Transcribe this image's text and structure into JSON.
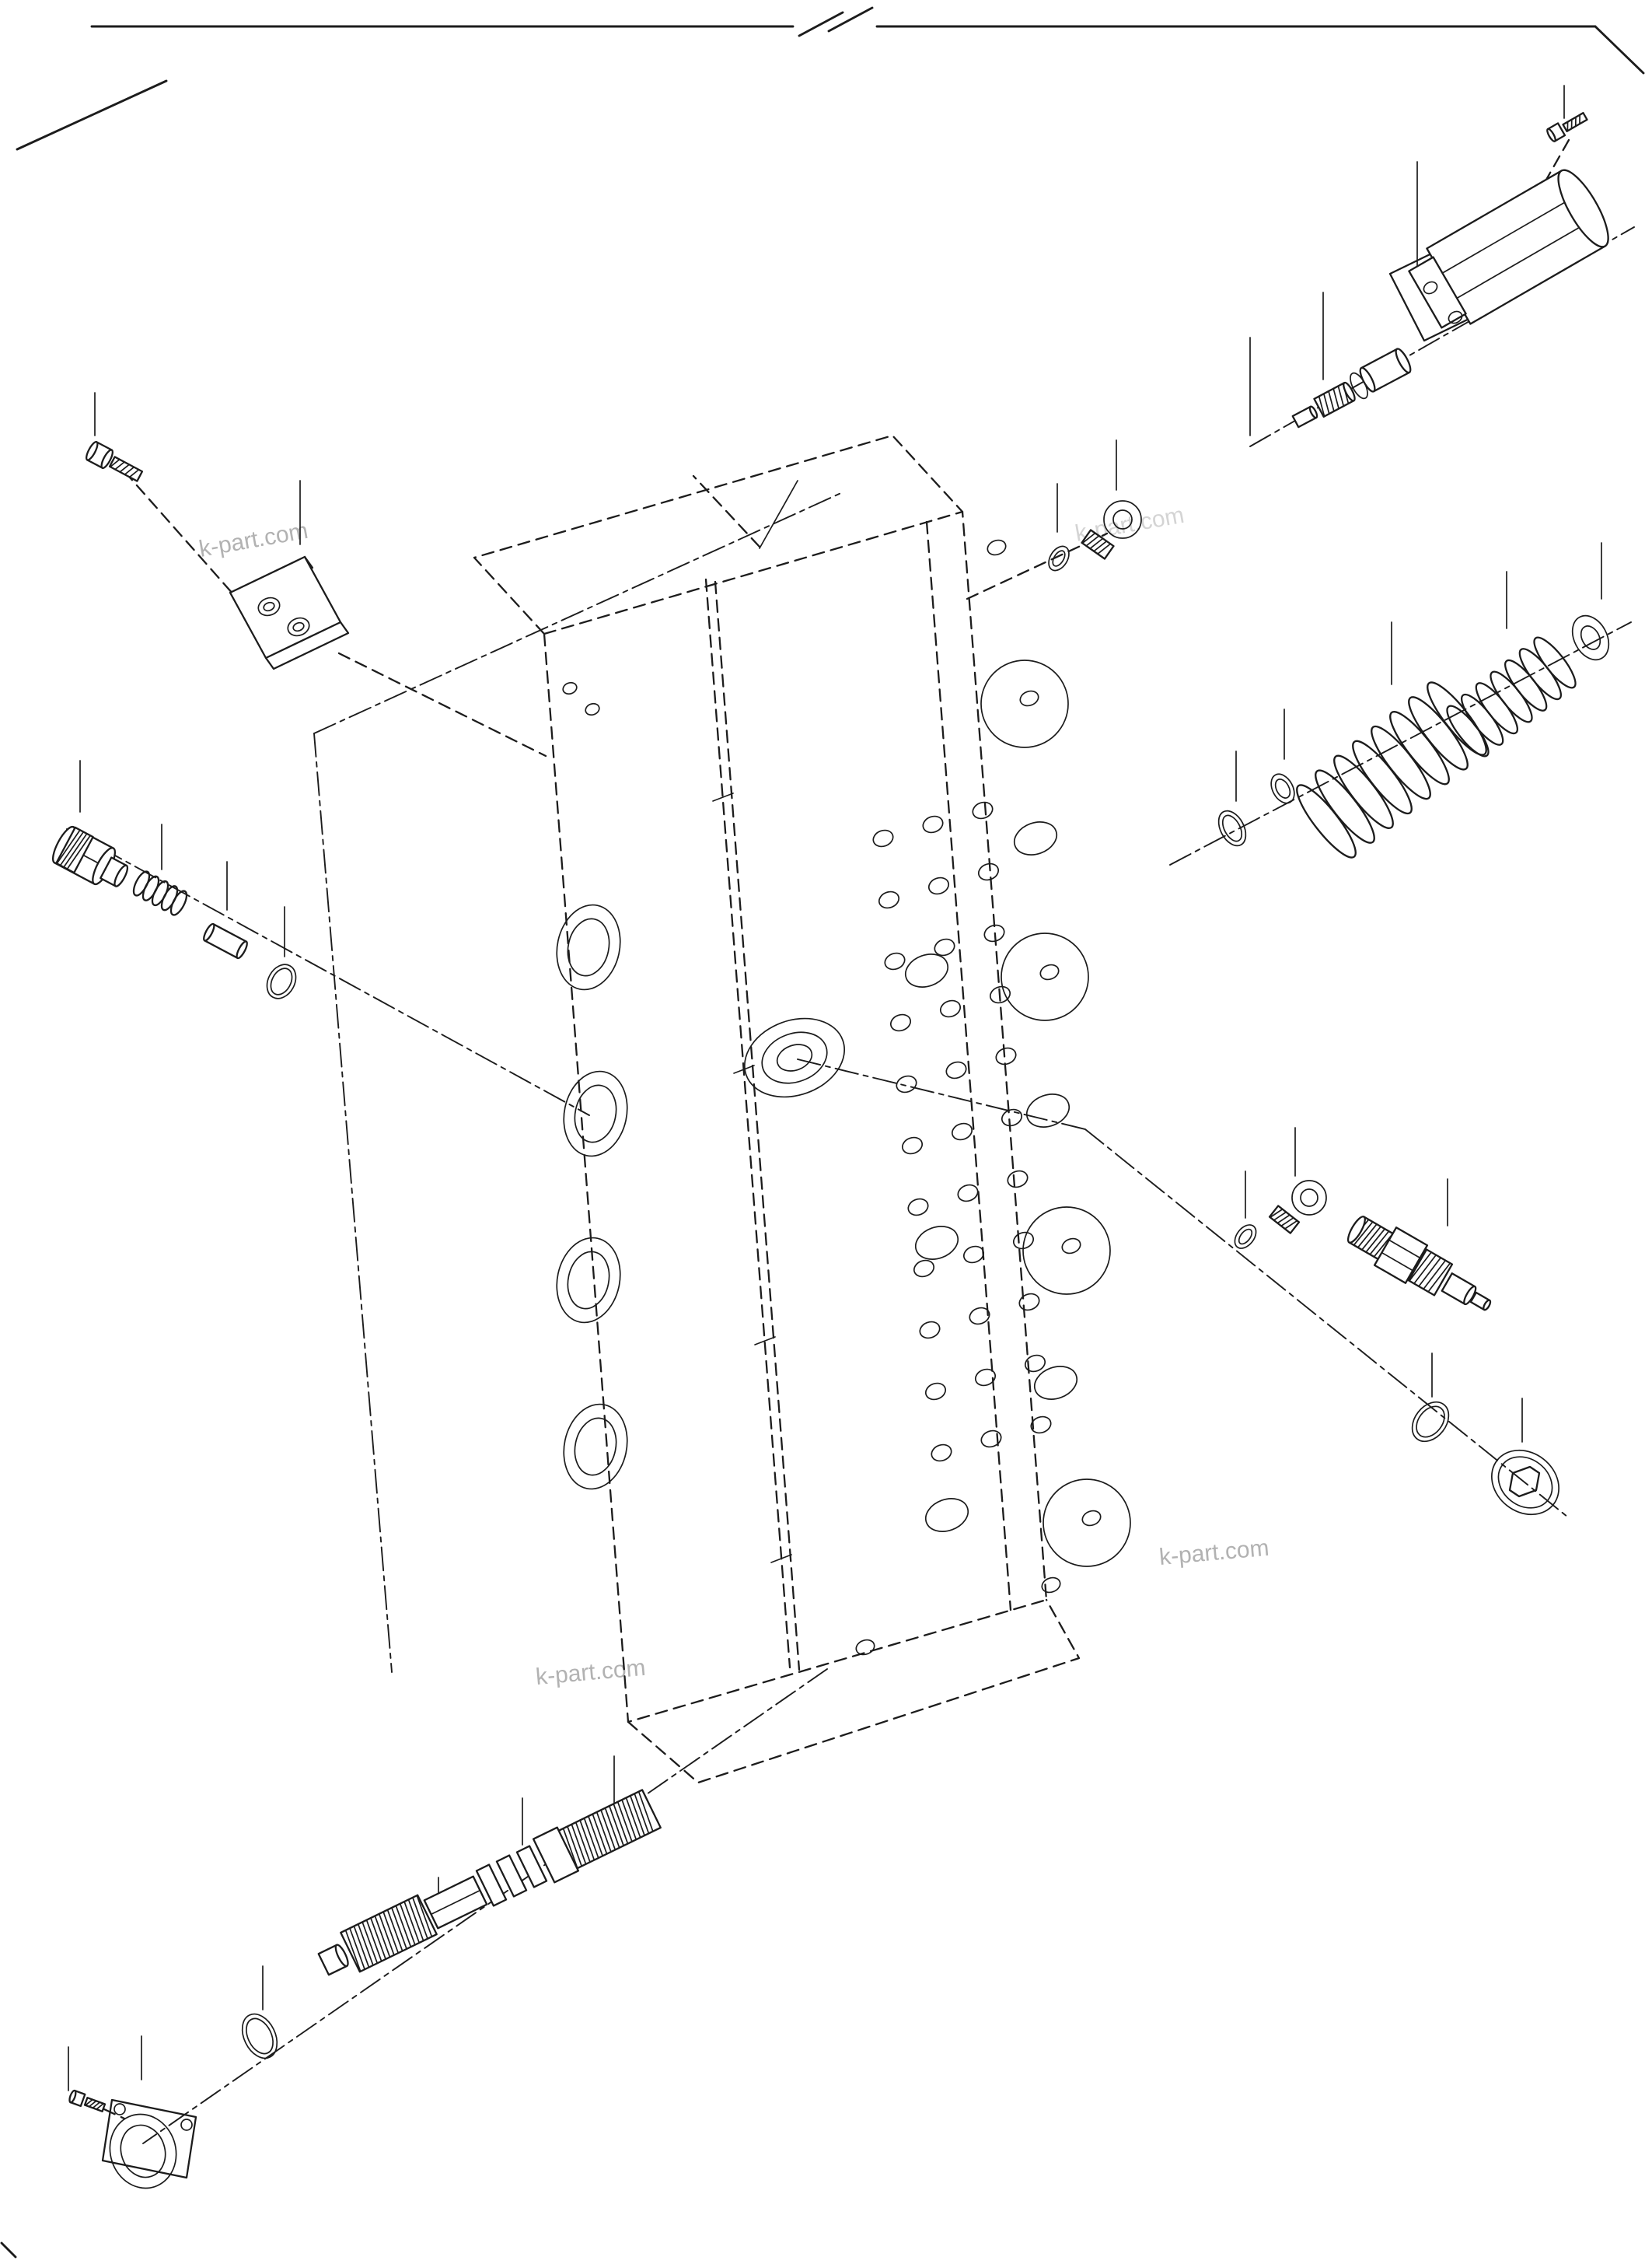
{
  "page": {
    "background": "#ffffff",
    "ink_color": "#1c1c1c",
    "watermark_color": "#b2b2b2"
  },
  "figure": {
    "type": "exploded-parts-diagram"
  },
  "watermarks": [
    {
      "text": "k-part.com"
    },
    {
      "text": "k-part.com"
    },
    {
      "text": "k-part.com"
    },
    {
      "text": "k-part.com"
    }
  ]
}
